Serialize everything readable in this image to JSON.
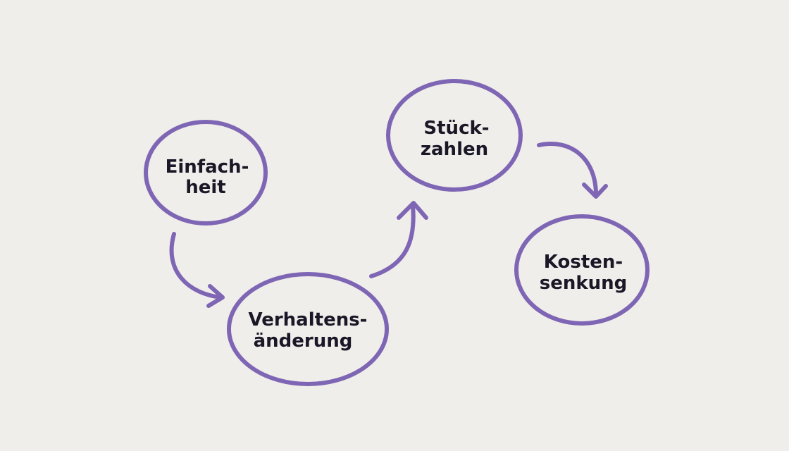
{
  "colors": {
    "background": "#efeeea",
    "accent": "#7f66b5",
    "text": "#1a1726"
  },
  "nodes": [
    {
      "id": "einfachheit",
      "lines": [
        "Einfach-",
        "heit"
      ]
    },
    {
      "id": "verhaltensaenderung",
      "lines": [
        "Verhaltens-",
        "änderung"
      ]
    },
    {
      "id": "stueckzahlen",
      "lines": [
        "Stück-",
        "zahlen"
      ]
    },
    {
      "id": "kostensenkung",
      "lines": [
        "Kosten-",
        "senkung"
      ]
    }
  ],
  "edges": [
    {
      "from": "einfachheit",
      "to": "verhaltensaenderung"
    },
    {
      "from": "verhaltensaenderung",
      "to": "stueckzahlen"
    },
    {
      "from": "stueckzahlen",
      "to": "kostensenkung"
    }
  ]
}
